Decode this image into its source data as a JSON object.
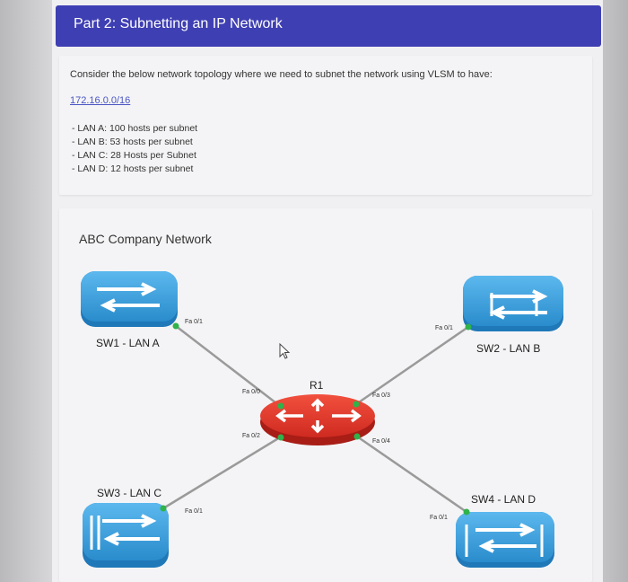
{
  "header": {
    "title": "Part 2: Subnetting an IP Network"
  },
  "problem": {
    "intro": "Consider the below network topology where we need to subnet the network using VLSM to have:",
    "network": "172.16.0.0/16",
    "requirements": [
      "- LAN A: 100 hosts per subnet",
      "- LAN B: 53 hosts per subnet",
      "- LAN C: 28 Hosts per Subnet",
      "- LAN D: 12 hosts per subnet"
    ]
  },
  "diagram": {
    "title": "ABC Company Network",
    "router": {
      "name": "R1"
    },
    "switches": [
      {
        "name": "SW1 - LAN A",
        "port": "Fa 0/1"
      },
      {
        "name": "SW2 - LAN B",
        "port": "Fa 0/1"
      },
      {
        "name": "SW3 - LAN C",
        "port": "Fa 0/1"
      },
      {
        "name": "SW4 - LAN D",
        "port": "Fa 0/1"
      }
    ],
    "router_ports": [
      "Fa 0/0",
      "Fa 0/3",
      "Fa 0/2",
      "Fa 0/4"
    ],
    "colors": {
      "switch": "#3aa0de",
      "router": "#e8342a",
      "link": "#9a9a9a",
      "port_dot": "#2fb34a"
    }
  }
}
